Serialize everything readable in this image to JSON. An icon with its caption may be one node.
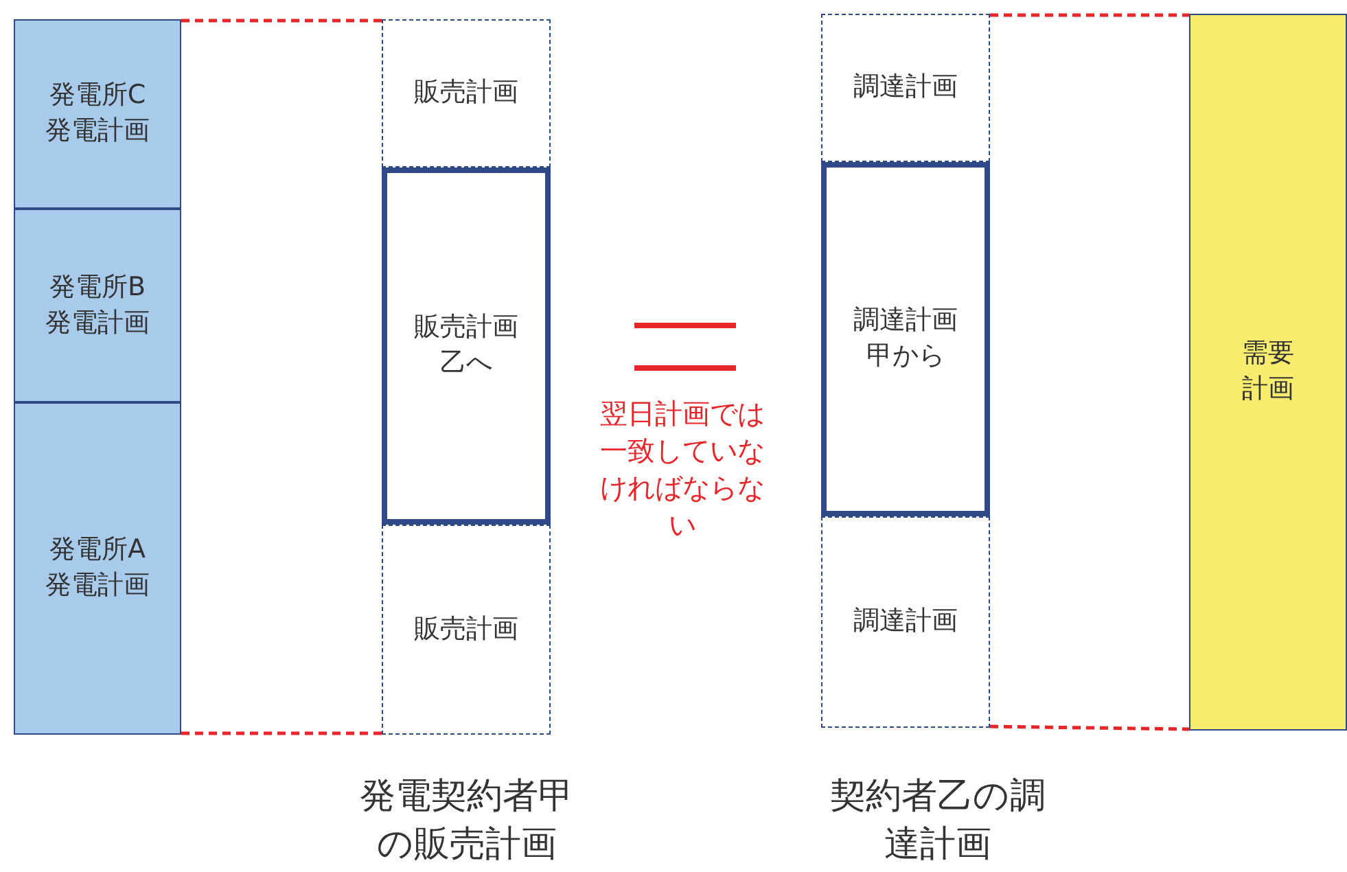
{
  "diagram": {
    "nodes": [
      {
        "text": [
          "発電所C発電計画"
        ]
      },
      {
        "text": [
          "発電所B発電計画"
        ]
      },
      {
        "text": [
          "発電所A発電計画"
        ]
      },
      {
        "text": [
          "販売計画"
        ]
      },
      {
        "text": [
          "販売計画乙へ"
        ]
      },
      {
        "text": [
          "販売計画"
        ]
      },
      {
        "text": [
          "調達計画"
        ]
      },
      {
        "text": [
          "調達計画甲から"
        ]
      },
      {
        "text": [
          "調達計画"
        ]
      },
      {
        "text": [
          "需要計画"
        ]
      }
    ],
    "edges": [
      {
        "from": 0,
        "to": 3,
        "arrow": "none",
        "style": "dashed"
      },
      {
        "from": 2,
        "to": 5,
        "arrow": "none",
        "style": "dashed"
      },
      {
        "from": 6,
        "to": 9,
        "arrow": "none",
        "style": "dashed"
      },
      {
        "from": 8,
        "to": 9,
        "arrow": "none",
        "style": "dashed"
      }
    ],
    "labels": [
      "翌日計画では一致していなければならない",
      "発電契約者甲の販売計画",
      "契約者乙の調達計画"
    ]
  }
}
